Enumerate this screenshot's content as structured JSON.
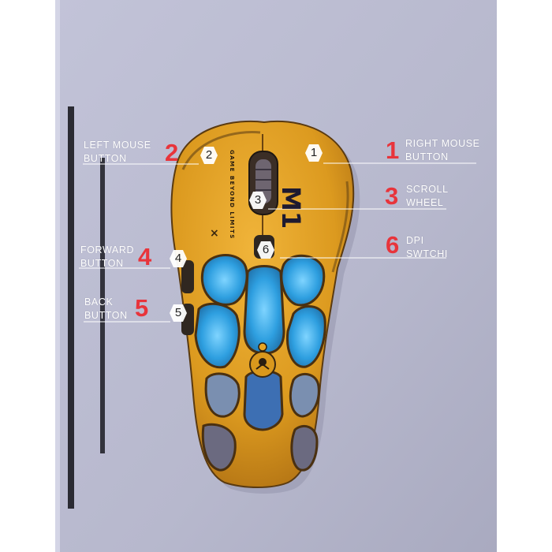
{
  "photo": {
    "background_color": "#b8b9cf",
    "mouse_color": "#e0a022",
    "accent_blue": "#2fa8e6",
    "label_color": "#ffffff",
    "number_color": "#e8343b"
  },
  "mouse_print": {
    "model": "M1",
    "slogan": "GAME BEYOND LIMITS"
  },
  "callouts": [
    {
      "id": "right",
      "number": "1",
      "line1": "RIGHT MOUSE",
      "line2": "BUTTON"
    },
    {
      "id": "left",
      "number": "2",
      "line1": "LEFT MOUSE",
      "line2": "BUTTON"
    },
    {
      "id": "scroll",
      "number": "3",
      "line1": "SCROLL",
      "line2": "WHEEL"
    },
    {
      "id": "forward",
      "number": "4",
      "line1": "FORWARD",
      "line2": "BUTTON"
    },
    {
      "id": "back",
      "number": "5",
      "line1": "BACK",
      "line2": "BUTTON"
    },
    {
      "id": "dpi",
      "number": "6",
      "line1": "DPI",
      "line2": "SWTCHI"
    }
  ]
}
